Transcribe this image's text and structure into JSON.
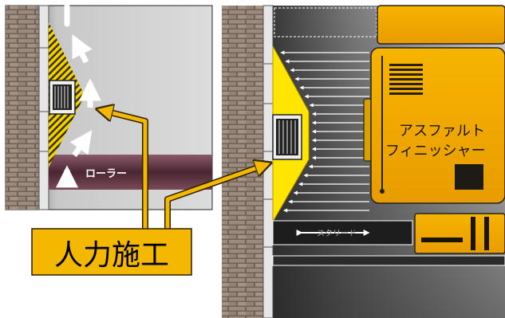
{
  "labels": {
    "roller": "ローラー",
    "manual": "人力施工",
    "screed": "スクリード",
    "finisher_line1": "アスファルト",
    "finisher_line2": "フィニッシャー"
  },
  "colors": {
    "accent": "#f5b800",
    "finisher": "#f2a900",
    "manual_area": "#ffe800",
    "roller_band": "#5a3341",
    "brick": "#8f7f72"
  }
}
